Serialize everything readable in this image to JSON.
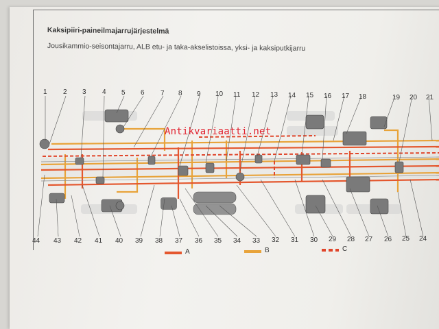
{
  "document": {
    "title": "Kaksipiiri-paineilmajarrujärjestelmä",
    "subtitle": "Jousikammio-seisontajarru, ALB etu- ja taka-akselistoissa, yksi- ja kaksiputkijarru"
  },
  "watermark": "Antikvariaatti.net",
  "top_callouts": [
    "1",
    "2",
    "3",
    "4",
    "5",
    "6",
    "7",
    "8",
    "9",
    "10",
    "11",
    "12",
    "13",
    "14",
    "15",
    "16",
    "17",
    "18",
    "19",
    "20",
    "21"
  ],
  "bottom_callouts": [
    "44",
    "43",
    "42",
    "41",
    "40",
    "39",
    "38",
    "37",
    "36",
    "35",
    "34",
    "33",
    "32",
    "31",
    "30",
    "29",
    "28",
    "27",
    "26",
    "25",
    "24"
  ],
  "legend": [
    {
      "label": "A",
      "color": "#e4572e",
      "style": "solid"
    },
    {
      "label": "B",
      "color": "#e8a33a",
      "style": "solid"
    },
    {
      "label": "C",
      "color": "#e0452a",
      "style": "dashed"
    }
  ],
  "colors": {
    "line_a": "#e4572e",
    "line_b": "#e8a33a",
    "line_c": "#e0452a",
    "component": "#7a7a7a",
    "vehicle_outline": "#c9c9c9"
  }
}
